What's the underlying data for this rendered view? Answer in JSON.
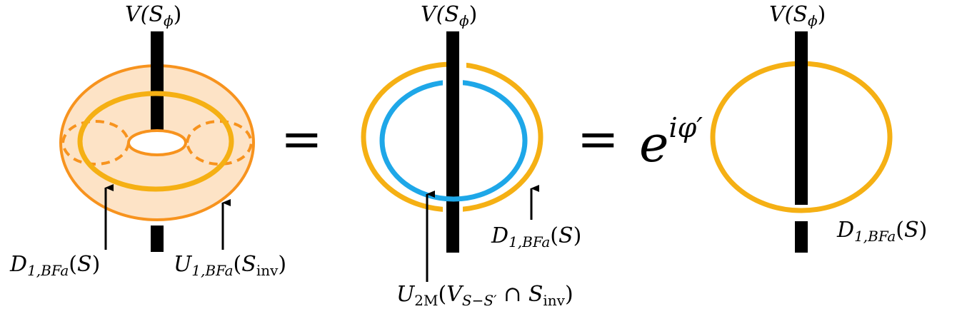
{
  "colors": {
    "torus_fill": "#fde3c6",
    "torus_stroke": "#f7931e",
    "surface_D": "#f5b014",
    "surface_U2M": "#1ea7e8",
    "line": "#000000"
  },
  "panel1": {
    "top_label": {
      "base": "V(",
      "cal": "S",
      "sub": "ϕ",
      "close": ")"
    },
    "label_D": {
      "base": "D",
      "sub": "1,BFa",
      "open": "(",
      "cal": "S",
      "close": ")"
    },
    "label_U": {
      "base": "U",
      "sub": "1,BFa",
      "open": "(",
      "cal": "S",
      "calsub": "inv",
      "close": ")"
    }
  },
  "equals": [
    "=",
    "="
  ],
  "panel2": {
    "top_label": {
      "base": "V(",
      "cal": "S",
      "sub": "ϕ",
      "close": ")"
    },
    "label_D": {
      "base": "D",
      "sub": "1,BFa",
      "open": "(",
      "cal": "S",
      "close": ")"
    },
    "label_U2M": {
      "base": "U",
      "sub": "2M",
      "open": "(",
      "cal": "V",
      "calsub": "S−S′",
      "cap": " ∩ ",
      "cal2": "S",
      "calsub2": "inv",
      "close": ")"
    }
  },
  "phase": {
    "base": "e",
    "exponent": "iφ′"
  },
  "panel3": {
    "top_label": {
      "base": "V(",
      "cal": "S",
      "sub": "ϕ",
      "close": ")"
    },
    "label_D": {
      "base": "D",
      "sub": "1,BFa",
      "open": "(",
      "cal": "S",
      "close": ")"
    }
  }
}
